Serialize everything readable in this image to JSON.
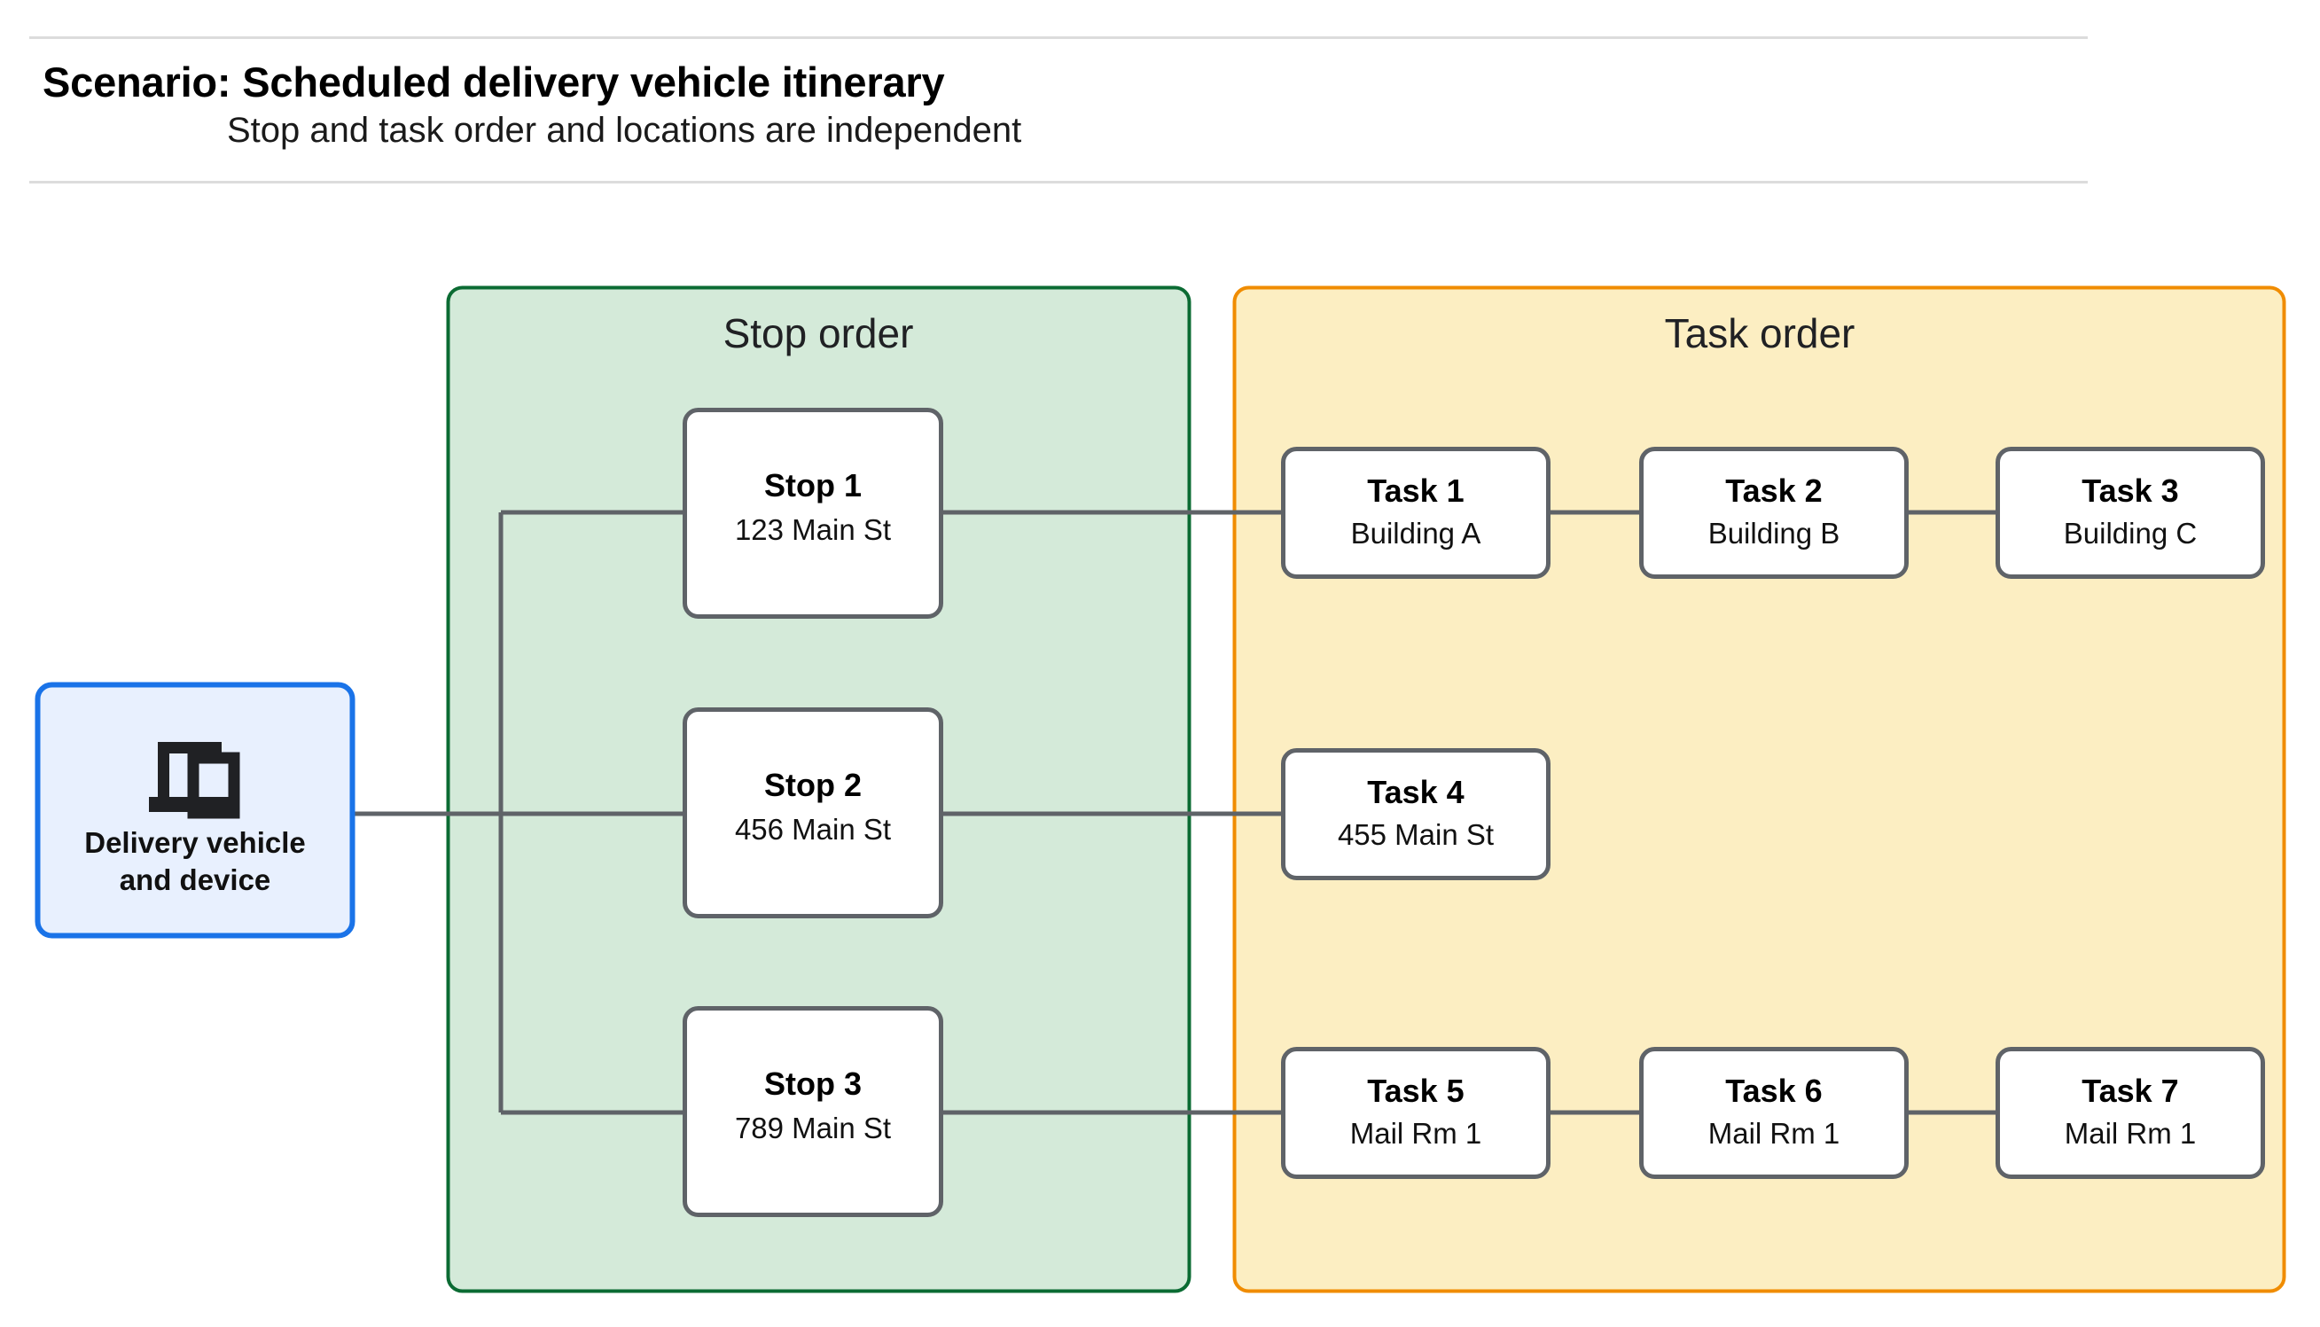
{
  "header": {
    "title": "Scenario: Scheduled delivery vehicle itinerary",
    "subtitle": "Stop and task order and locations are independent"
  },
  "vehicle": {
    "icon": "devices-icon",
    "label_line1": "Delivery vehicle",
    "label_line2": "and device",
    "border_color": "#1a73e8",
    "fill_color": "#e8f0fe"
  },
  "panels": {
    "stop": {
      "title": "Stop order",
      "border_color": "#0b6b33",
      "fill_color": "#d4ead9"
    },
    "task": {
      "title": "Task order",
      "border_color": "#f08c00",
      "fill_color": "#fceec2"
    }
  },
  "stops": [
    {
      "title": "Stop 1",
      "address": "123 Main St"
    },
    {
      "title": "Stop 2",
      "address": "456 Main St"
    },
    {
      "title": "Stop 3",
      "address": "789 Main St"
    }
  ],
  "task_rows": [
    [
      {
        "title": "Task 1",
        "location": "Building A"
      },
      {
        "title": "Task 2",
        "location": "Building B"
      },
      {
        "title": "Task 3",
        "location": "Building C"
      }
    ],
    [
      {
        "title": "Task 4",
        "location": "455 Main St"
      }
    ],
    [
      {
        "title": "Task 5",
        "location": "Mail Rm 1"
      },
      {
        "title": "Task 6",
        "location": "Mail Rm 1"
      },
      {
        "title": "Task 7",
        "location": "Mail Rm 1"
      }
    ]
  ]
}
